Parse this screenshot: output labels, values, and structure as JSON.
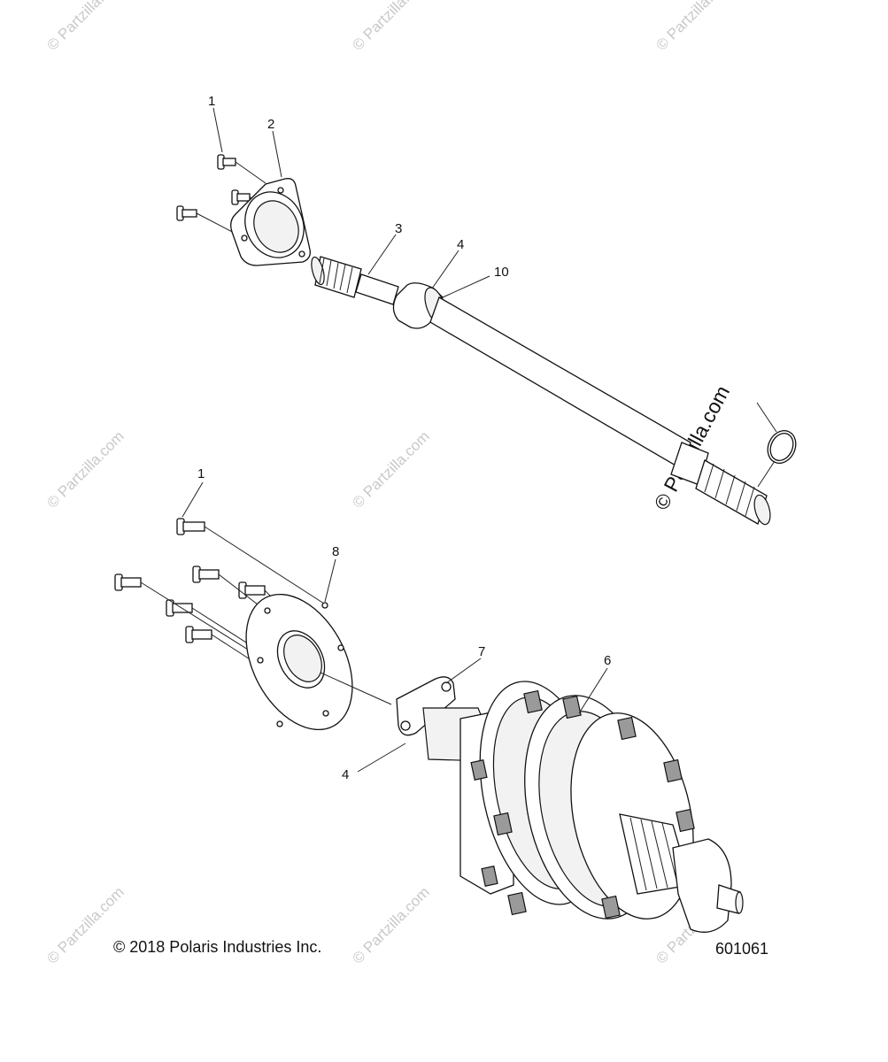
{
  "diagram": {
    "callouts": [
      {
        "id": "c1a",
        "text": "1"
      },
      {
        "id": "c2",
        "text": "2"
      },
      {
        "id": "c3",
        "text": "3"
      },
      {
        "id": "c4a",
        "text": "4"
      },
      {
        "id": "c10",
        "text": "10"
      },
      {
        "id": "c1b",
        "text": "1"
      },
      {
        "id": "c8",
        "text": "8"
      },
      {
        "id": "c7",
        "text": "7"
      },
      {
        "id": "c6",
        "text": "6"
      },
      {
        "id": "c4b",
        "text": "4"
      }
    ],
    "copyright": "© 2018 Polaris Industries Inc.",
    "figure_number": "601061",
    "watermark": "© Partzilla.com"
  }
}
